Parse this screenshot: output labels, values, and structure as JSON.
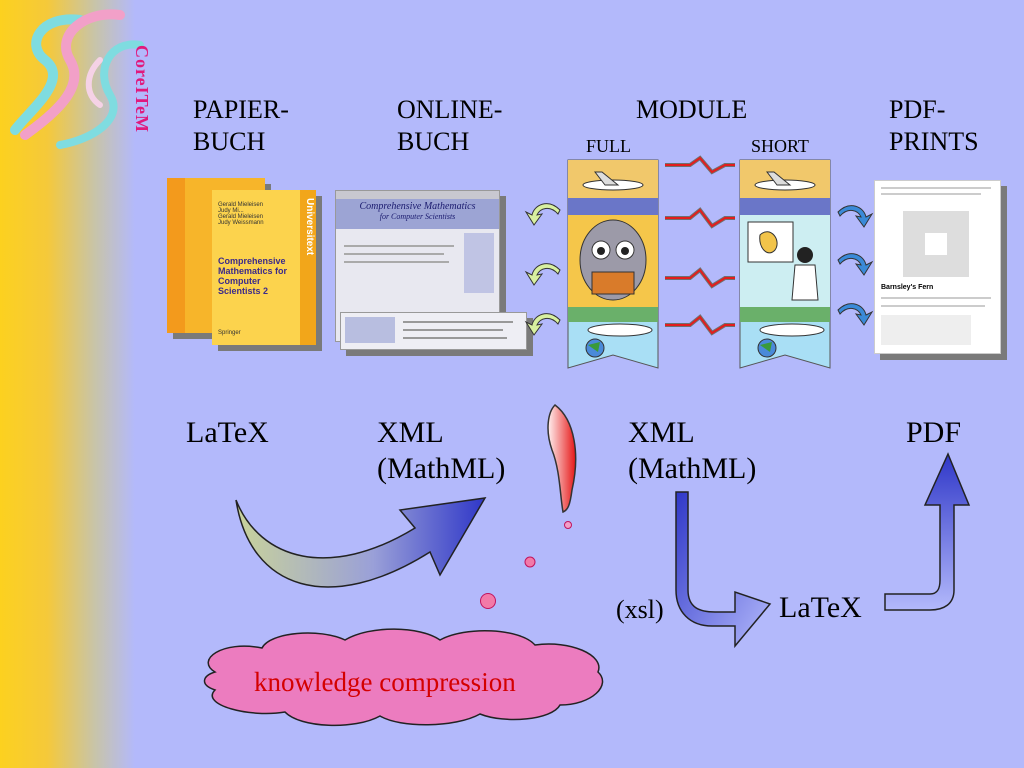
{
  "brand": {
    "name": "CoreITeM"
  },
  "columns": {
    "paper": {
      "line1": "PAPIER-",
      "line2": "BUCH"
    },
    "online": {
      "line1": "ONLINE-",
      "line2": "BUCH"
    },
    "module": {
      "title": "MODULE",
      "full": "FULL",
      "short": "SHORT"
    },
    "pdf": {
      "line1": "PDF-",
      "line2": "PRINTS"
    }
  },
  "book": {
    "authors": "Gerald Mieleisen\nJudy Mi...\nGerald Mieleisen\nJudy Weissmann",
    "title": "Comprehensive Mathematics for Computer Scientists 2",
    "series": "Universitext",
    "publisher": "Springer"
  },
  "online_book": {
    "title": "Comprehensive Mathematics",
    "subtitle": "for Computer Scientists"
  },
  "pdf_page": {
    "heading": "Barnsley's Fern"
  },
  "formats": {
    "latex_src": "LaTeX",
    "xml1_line1": "XML",
    "xml1_line2": "(MathML)",
    "xml2_line1": "XML",
    "xml2_line2": "(MathML)",
    "pdf": "PDF",
    "xsl": "(xsl)",
    "latex_out": "LaTeX"
  },
  "cloud": {
    "text": "knowledge compression"
  },
  "colors": {
    "background": "#b3b9fb",
    "cloud_text": "#d40000",
    "brand": "#e0197d",
    "arrow_blue": "#2f37c8"
  }
}
